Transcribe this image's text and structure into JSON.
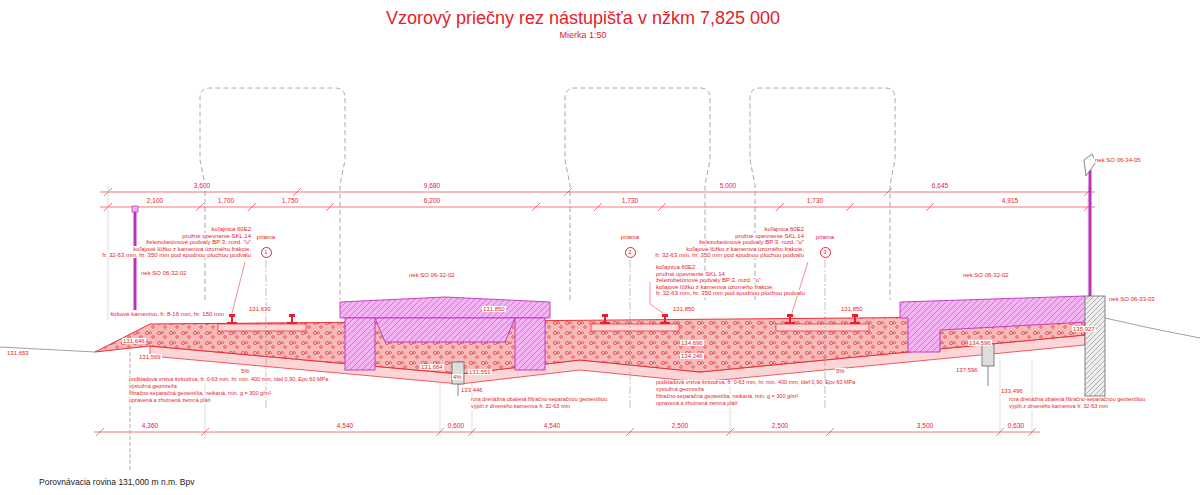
{
  "diagram": {
    "title": "Vzorový priečny rez nástupišťa v nžkm 7,825 000",
    "nodes": [
      {
        "text": [
          "1"
        ]
      },
      {
        "text": [
          "2"
        ]
      },
      {
        "text": [
          "3"
        ]
      }
    ],
    "labels": [
      "Mierka 1:50",
      "3,600",
      "9,680",
      "5,000",
      "6,645",
      "2,100",
      "1,700",
      "1,750",
      "6,200",
      "1,730",
      "1,730",
      "4,915",
      "4,360",
      "4,540",
      "0,600",
      "4,540",
      "2,500",
      "2,500",
      "3,500",
      "0,630",
      "priama",
      "priama",
      "priama",
      "koľajnica 60E2",
      "pružné upevnenie SKL 14",
      "železobetónové podvaly BP 3, rozd. \"u\"",
      "koľajové lôžko z kameniva úzorného frakcie,",
      "fr. 32-63 mm, hr. 350 mm pod spodnou plochou podvalu",
      "koľajnica 60E2",
      "pružné upevnenie SKL 14",
      "železobetónové podvaly BP 3, rozd. \"u\"",
      "koľajové lôžko z kameniva úzorného frakcie,",
      "fr. 32-63 mm, hr. 350 mm pod spodnou plochou podvalu",
      "koľajnica 60E2",
      "pružné upevnenie SKL 14",
      "železobetónové podvaly BP 3, rozd. \"u\"",
      "koľajové lôžko z kameniva úzorného frakcie,",
      "fr. 32-63 mm, hr. 350 mm pod spodnou plochou podvalu",
      "131,630",
      "131,850",
      "131,850",
      "131,850",
      "131,653",
      "131,646",
      "131,569",
      "131,664",
      "131,551",
      "133,446",
      "134,696",
      "134,246",
      "134,596",
      "137,596",
      "133,496",
      "135,927",
      "5%",
      "4%",
      "5%",
      "podkladová vrstva štrkodrva, fr. 0-63 mm, hr. min. 400 mm, Idef 0,90, Epv 60 MPa",
      "výstužná geomreža",
      "filtračno-separačná geotextília, netkaná, min. g = 300 g/m²",
      "upravená a zhutnená zemná pláň",
      "podkladová vrstva štrkodrva, fr. 0-63 mm, hr. min. 400 mm, Idef 0,90, Epv 60 MPa",
      "výstužná geomreža",
      "filtračno-separačná geotextília, netkaná, min. g = 300 g/m²",
      "upravená a zhutnená zemná pláň",
      "rúra drenážna obalená filtračno-separačnou geotextíliou",
      "výplň z drveného kameniva fr. 32-63 mm",
      "rúra drenážna obalená filtračno-separačnou geotextíliou",
      "výplň z drveného kameniva fr. 32-63 mm",
      "štrkové kamenivo, fr. 8-16 mm, hr. 150 mm",
      "nek SO 06-32-02",
      "nek SO 06-32-02",
      "nek SO 06-32-02",
      "nek SO 06-34-05",
      "nek SO 06-33-03",
      "Porovnávacia rovina 131,000 m n.m. Bpv"
    ]
  }
}
